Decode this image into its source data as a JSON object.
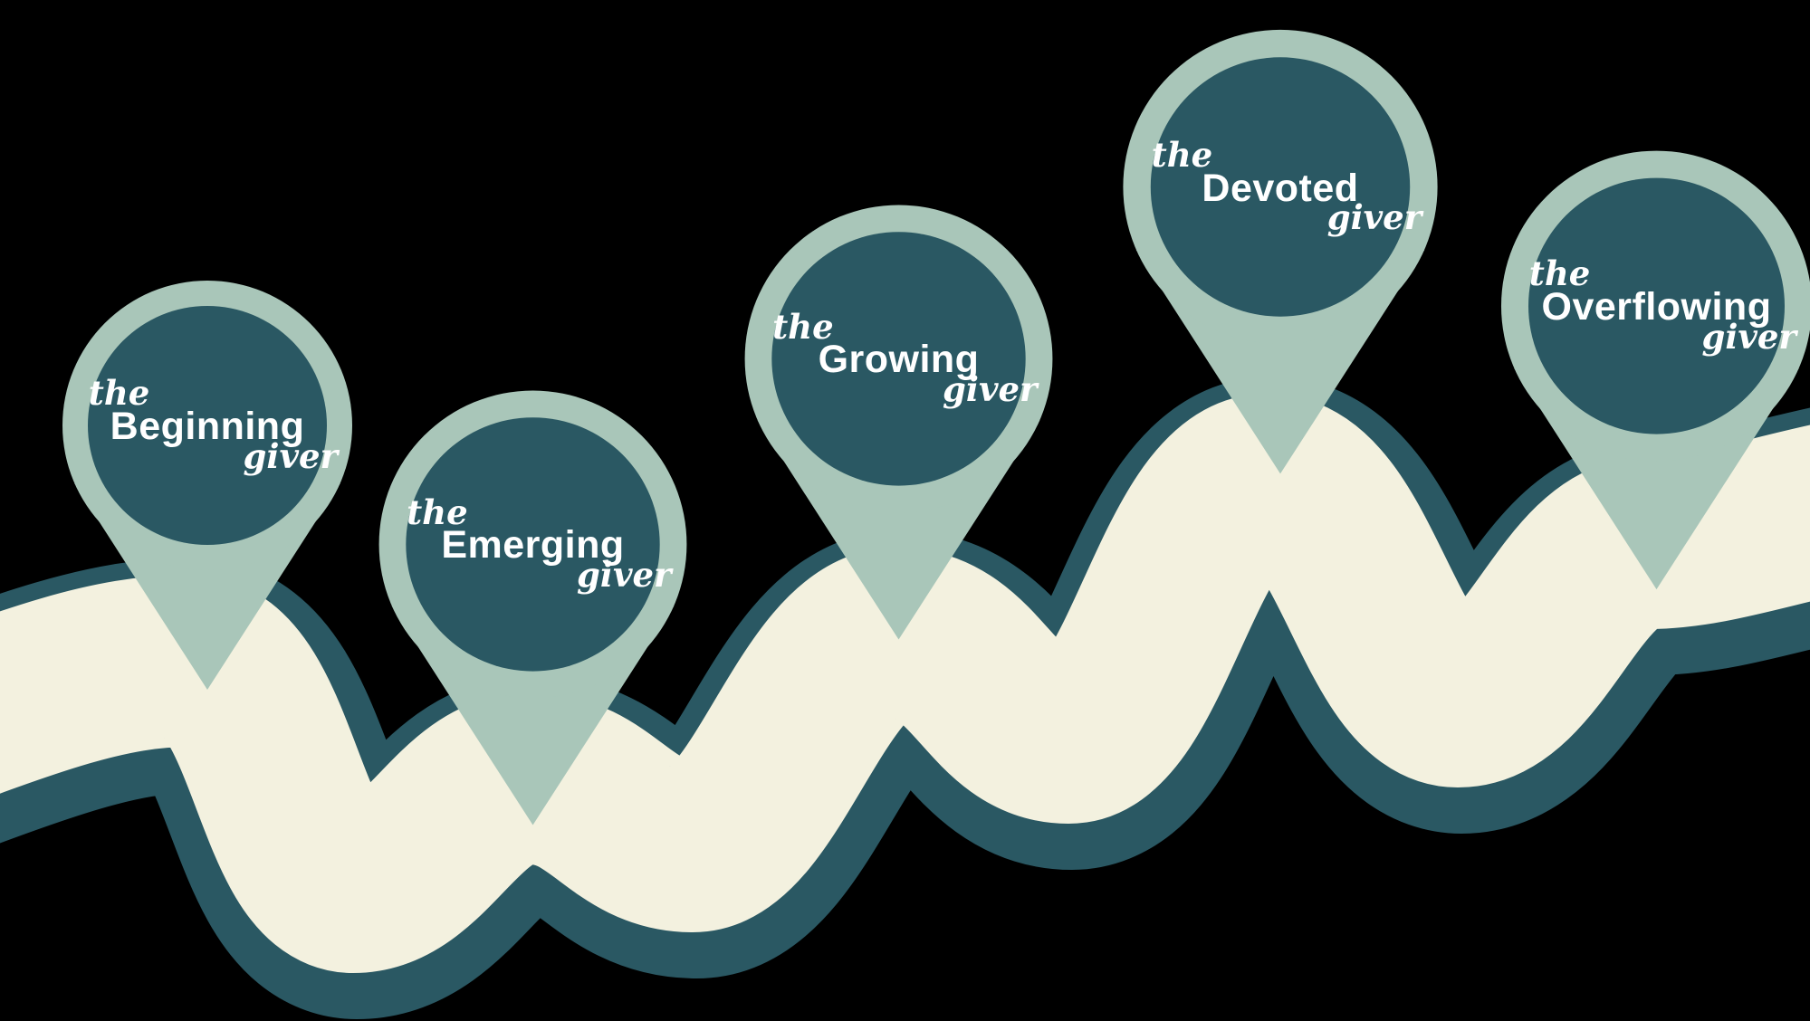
{
  "colors": {
    "background": "#000000",
    "pin_outer": "#a9c6b9",
    "pin_inner": "#2a5863",
    "path_fill": "#f3f1df",
    "path_border": "#2a5863",
    "text": "#ffffff"
  },
  "diagram": {
    "type": "journey-path",
    "description": "Winding cream path with five map-pin stage markers"
  },
  "stages": [
    {
      "prefix": "the",
      "name": "Beginning",
      "suffix": "giver"
    },
    {
      "prefix": "the",
      "name": "Emerging",
      "suffix": "giver"
    },
    {
      "prefix": "the",
      "name": "Growing",
      "suffix": "giver"
    },
    {
      "prefix": "the",
      "name": "Devoted",
      "suffix": "giver"
    },
    {
      "prefix": "the",
      "name": "Overflowing",
      "suffix": "giver"
    }
  ]
}
